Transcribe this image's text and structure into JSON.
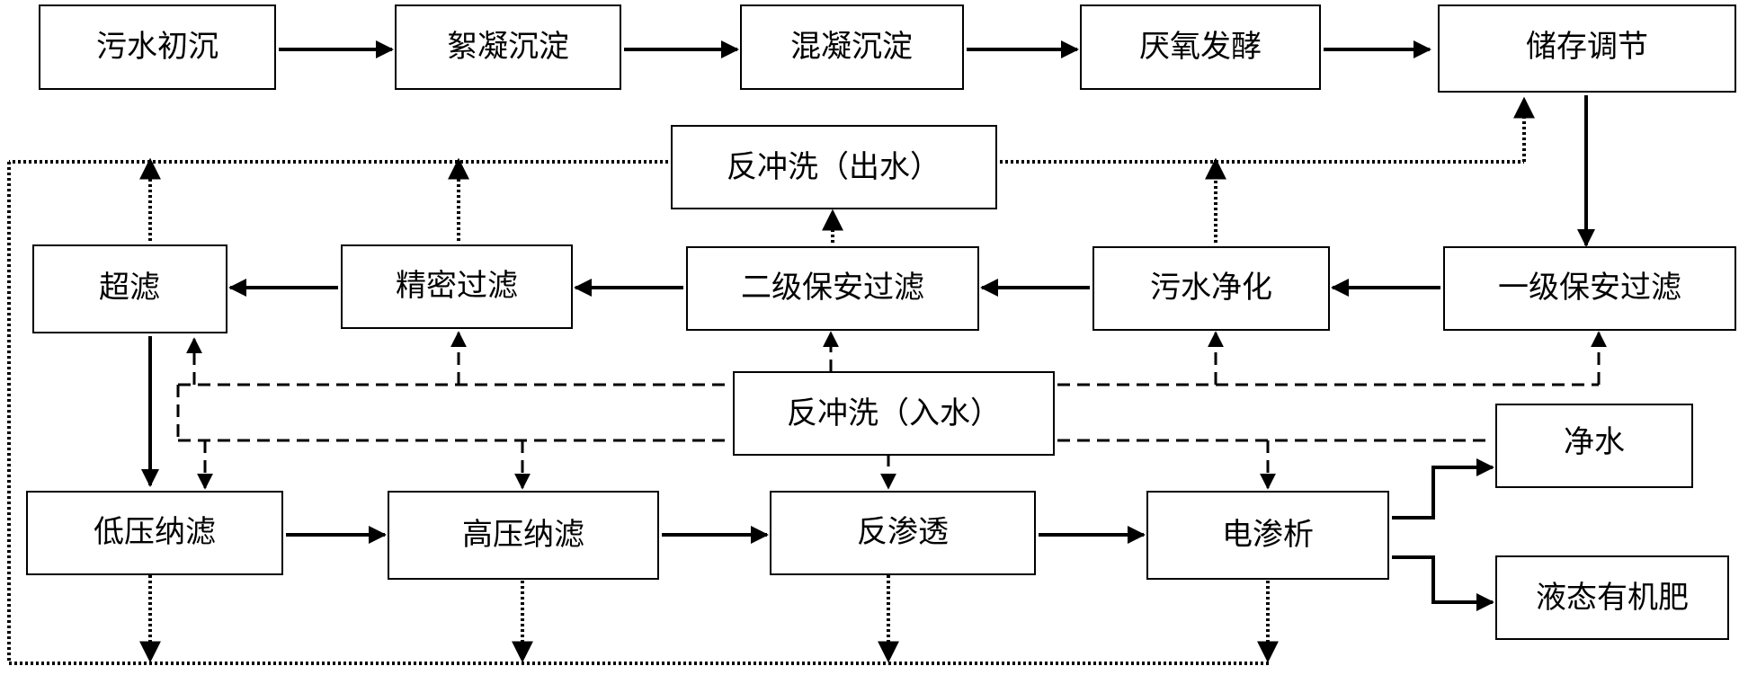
{
  "nodes": {
    "n1": "污水初沉",
    "n2": "絮凝沉淀",
    "n3": "混凝沉淀",
    "n4": "厌氧发酵",
    "n5": "储存调节",
    "backwash_out": "反冲洗（出水）",
    "uf": "超滤",
    "precision": "精密过滤",
    "sec2": "二级保安过滤",
    "purify": "污水净化",
    "sec1": "一级保安过滤",
    "backwash_in": "反冲洗（入水）",
    "lp_nf": "低压纳滤",
    "hp_nf": "高压纳滤",
    "ro": "反渗透",
    "ed": "电渗析",
    "clean_water": "净水",
    "fertilizer": "液态有机肥"
  }
}
